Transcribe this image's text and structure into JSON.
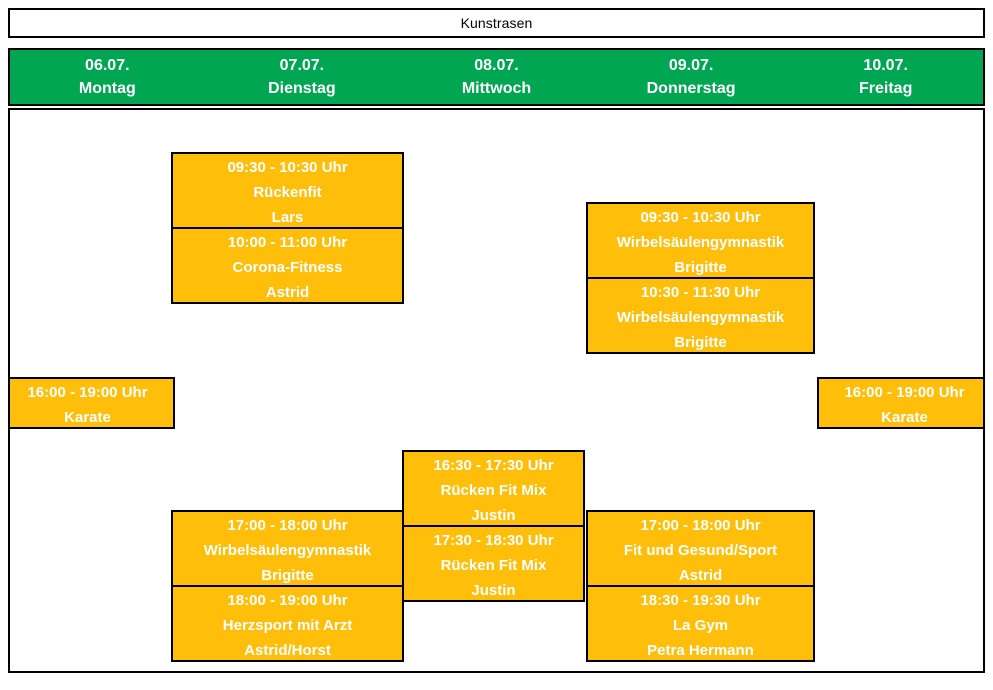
{
  "header": {
    "title": "Kunstrasen"
  },
  "colors": {
    "header_band": "#00a651",
    "event_block": "#ffbe0a",
    "event_text": "#ffffff",
    "border": "#000000",
    "page_background": "#ffffff"
  },
  "days": [
    {
      "date": "06.07.",
      "name": "Montag"
    },
    {
      "date": "07.07.",
      "name": "Dienstag"
    },
    {
      "date": "08.07.",
      "name": "Mittwoch"
    },
    {
      "date": "09.07.",
      "name": "Donnerstag"
    },
    {
      "date": "10.07.",
      "name": "Freitag"
    }
  ],
  "events": [
    {
      "day": "Montag",
      "time": "16:00 - 19:00 Uhr",
      "activity": "Karate",
      "instructor": ""
    },
    {
      "day": "Dienstag",
      "time": "09:30 - 10:30 Uhr",
      "activity": "Rückenfit",
      "instructor": "Lars"
    },
    {
      "day": "Dienstag",
      "time": "10:00 - 11:00 Uhr",
      "activity": "Corona-Fitness",
      "instructor": "Astrid"
    },
    {
      "day": "Dienstag",
      "time": "17:00 - 18:00 Uhr",
      "activity": "Wirbelsäulengymnastik",
      "instructor": "Brigitte"
    },
    {
      "day": "Dienstag",
      "time": "18:00 - 19:00 Uhr",
      "activity": "Herzsport mit Arzt",
      "instructor": "Astrid/Horst"
    },
    {
      "day": "Mittwoch",
      "time": "16:30 - 17:30 Uhr",
      "activity": "Rücken Fit Mix",
      "instructor": "Justin"
    },
    {
      "day": "Mittwoch",
      "time": "17:30 - 18:30 Uhr",
      "activity": "Rücken Fit Mix",
      "instructor": "Justin"
    },
    {
      "day": "Donnerstag",
      "time": "09:30 - 10:30 Uhr",
      "activity": "Wirbelsäulengymnastik",
      "instructor": "Brigitte"
    },
    {
      "day": "Donnerstag",
      "time": "10:30 - 11:30 Uhr",
      "activity": "Wirbelsäulengymnastik",
      "instructor": "Brigitte"
    },
    {
      "day": "Donnerstag",
      "time": "17:00 - 18:00 Uhr",
      "activity": "Fit und Gesund/Sport",
      "instructor": "Astrid"
    },
    {
      "day": "Donnerstag",
      "time": "18:30 - 19:30 Uhr",
      "activity": "La Gym",
      "instructor": "Petra Hermann"
    },
    {
      "day": "Freitag",
      "time": "16:00 - 19:00 Uhr",
      "activity": "Karate",
      "instructor": ""
    }
  ]
}
